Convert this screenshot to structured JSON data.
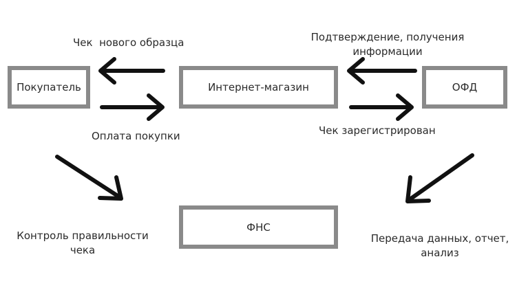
{
  "nodes": {
    "buyer": "Покупатель",
    "shop": "Интернет-магазин",
    "ofd": "ОФД",
    "fns": "ФНС"
  },
  "edges": {
    "new_receipt": "Чек  нового образца",
    "payment": "Оплата покупки",
    "confirm_line1": "Подтверждение, получения",
    "confirm_line2": "информации",
    "registered": "Чек зарегистрирован",
    "control_line1": "Контроль правильности",
    "control_line2": "чека",
    "transfer_line1": "Передача данных, отчет,",
    "transfer_line2": "анализ"
  },
  "colors": {
    "box_border": "#8a8a8a",
    "arrow": "#111111",
    "text": "#2a2a2a"
  }
}
